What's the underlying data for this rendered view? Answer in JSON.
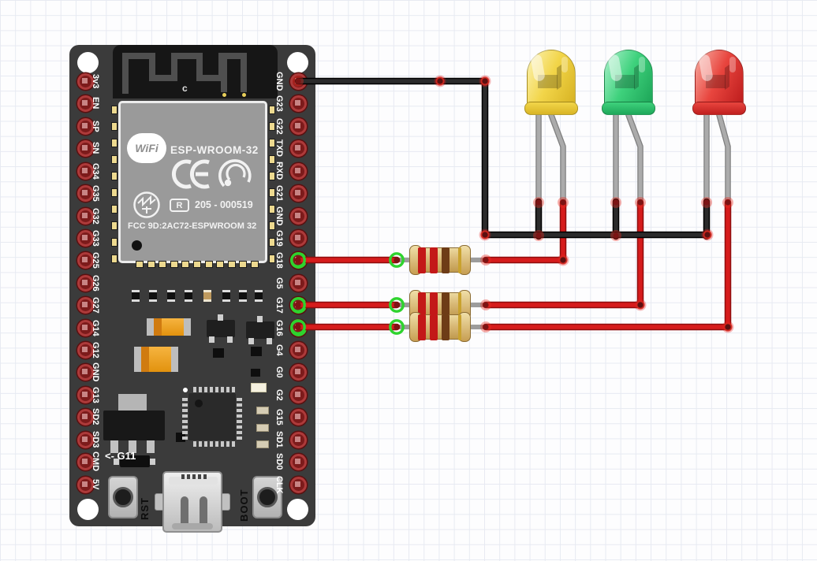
{
  "module": {
    "wifi_logo": "WiFi",
    "name": "ESP-WROOM-32",
    "reg_box": "R",
    "cert_number": "205 - 000519",
    "fcc_line": "FCC 9D:2AC72-ESPWROOM 32",
    "antenna_label": "c"
  },
  "silkscreen": {
    "gpio_note": "<- G11",
    "reset_button": "RST",
    "boot_button": "BOOT"
  },
  "headers": {
    "left_pins": [
      {
        "label": "3v3"
      },
      {
        "label": "EN"
      },
      {
        "label": "SP"
      },
      {
        "label": "SN"
      },
      {
        "label": "G34"
      },
      {
        "label": "G35"
      },
      {
        "label": "G32"
      },
      {
        "label": "G33"
      },
      {
        "label": "G25"
      },
      {
        "label": "G26"
      },
      {
        "label": "G27"
      },
      {
        "label": "G14"
      },
      {
        "label": "G12"
      },
      {
        "label": "GND"
      },
      {
        "label": "G13"
      },
      {
        "label": "SD2"
      },
      {
        "label": "SD3"
      },
      {
        "label": "CMD"
      },
      {
        "label": "5V"
      }
    ],
    "right_pins": [
      {
        "label": "GND",
        "wired": true
      },
      {
        "label": "G23"
      },
      {
        "label": "G22"
      },
      {
        "label": "TXD"
      },
      {
        "label": "RXD"
      },
      {
        "label": "G21"
      },
      {
        "label": "GND"
      },
      {
        "label": "G19"
      },
      {
        "label": "G18",
        "connected": true
      },
      {
        "label": "G5"
      },
      {
        "label": "G17",
        "connected": true
      },
      {
        "label": "G16",
        "connected": true
      },
      {
        "label": "G4"
      },
      {
        "label": "G0"
      },
      {
        "label": "G2"
      },
      {
        "label": "G15"
      },
      {
        "label": "SD1"
      },
      {
        "label": "SD0"
      },
      {
        "label": "CLK"
      }
    ]
  },
  "leds": [
    {
      "name": "yellow-led",
      "color_name": "yellow",
      "base": "#f2d549",
      "light": "#faeda0",
      "dark": "#d9b525"
    },
    {
      "name": "green-led",
      "color_name": "green",
      "base": "#3ed17c",
      "light": "#96ecbc",
      "dark": "#1fa85a"
    },
    {
      "name": "red-led",
      "color_name": "red",
      "base": "#e8453e",
      "light": "#f59a90",
      "dark": "#c01f1f"
    }
  ],
  "resistors": [
    {
      "bands": [
        "red",
        "red",
        "brown",
        "gold"
      ]
    },
    {
      "bands": [
        "red",
        "red",
        "brown",
        "gold"
      ]
    },
    {
      "bands": [
        "red",
        "red",
        "brown",
        "gold"
      ]
    }
  ],
  "wires": [
    {
      "id": "gnd-bus",
      "color": "black",
      "from": "right header pin GND (top)",
      "to": "yellow, green and red LED cathodes"
    },
    {
      "id": "signal-yellow",
      "color": "red",
      "from": "pin G18",
      "through": "resistor 1",
      "to": "yellow LED anode"
    },
    {
      "id": "signal-green",
      "color": "red",
      "from": "pin G17",
      "through": "resistor 2",
      "to": "green LED anode"
    },
    {
      "id": "signal-red",
      "color": "red",
      "from": "pin G16",
      "through": "resistor 3",
      "to": "red LED anode"
    }
  ],
  "colors": {
    "board": "#3b3b3b",
    "module_label": "#9a9a9a",
    "wire_black": "#262626",
    "wire_red": "#d61c1c",
    "pin_ring": "#ad3a3a",
    "connected_ring": "#2ed32e",
    "grid_line": "#e7eaf2"
  }
}
